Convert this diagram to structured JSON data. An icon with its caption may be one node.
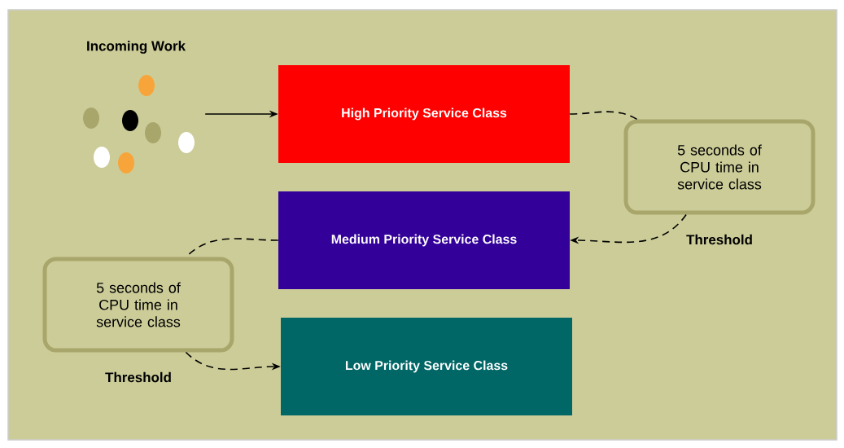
{
  "diagram": {
    "nodes": [
      {
        "text": [
          "Incoming Work"
        ]
      },
      {
        "text": [
          "High Priority Service Class"
        ]
      },
      {
        "text": [
          "Medium Priority Service Class"
        ]
      },
      {
        "text": [
          "Low Priority Service Class"
        ]
      },
      {
        "text": [
          "5 seconds of CPU time in service class"
        ],
        "beside": [
          "Threshold"
        ]
      },
      {
        "text": [
          "5 seconds of CPU time in service class"
        ],
        "beside": [
          "Threshold"
        ]
      }
    ],
    "edges": [
      {
        "from": 0,
        "to": 1,
        "arrow": "to"
      },
      {
        "from": 1,
        "to": 4,
        "arrow": "none",
        "style": "dashed"
      },
      {
        "from": 4,
        "to": 2,
        "arrow": "to",
        "style": "dashed"
      },
      {
        "from": 2,
        "to": 5,
        "arrow": "none",
        "style": "dashed"
      },
      {
        "from": 5,
        "to": 3,
        "arrow": "to",
        "style": "dashed"
      }
    ]
  }
}
